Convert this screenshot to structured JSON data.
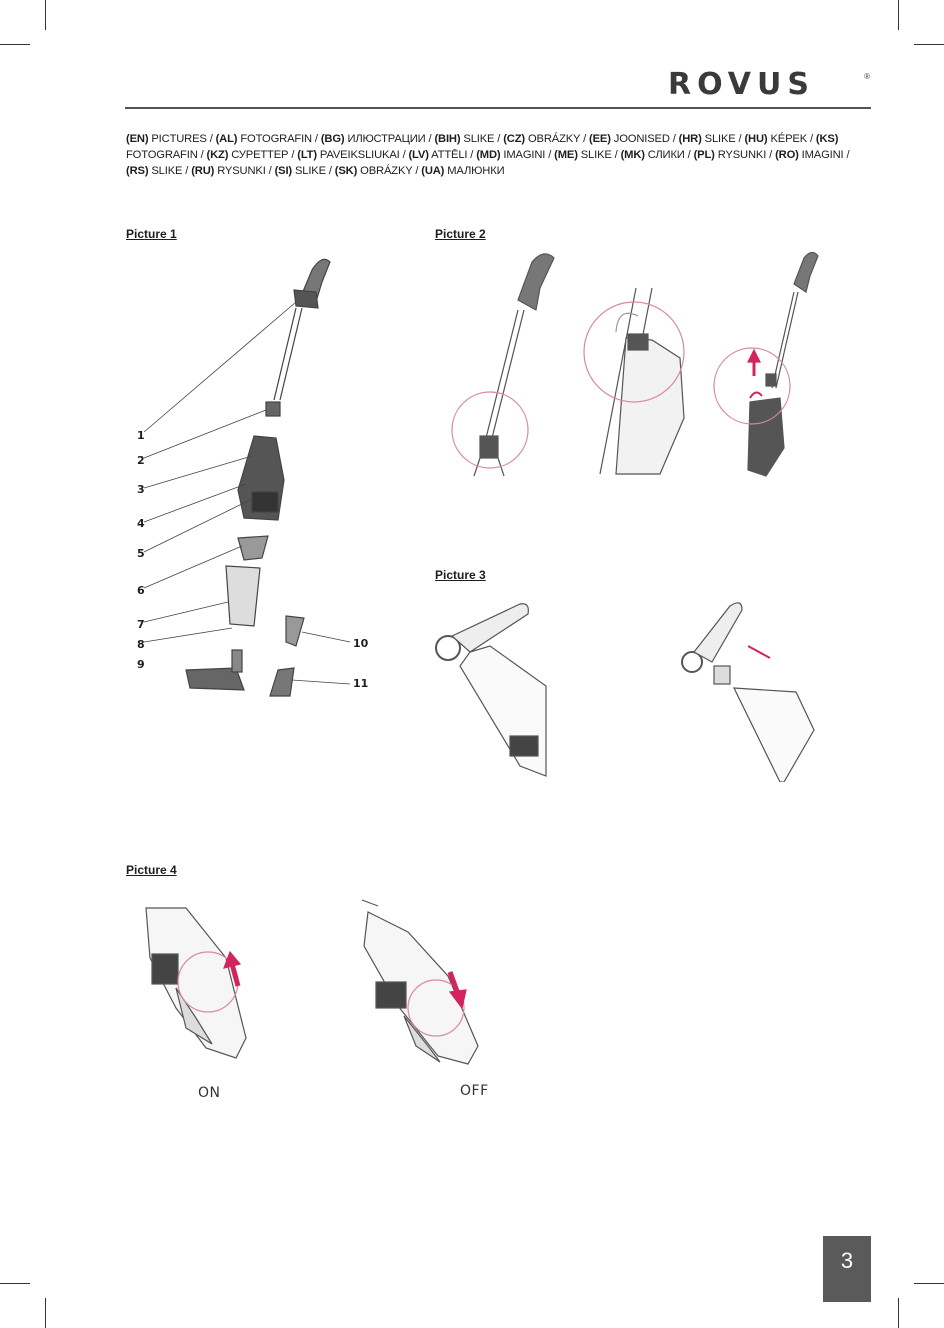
{
  "brand": {
    "name": "ROVUS",
    "registered": "®"
  },
  "languages_line": [
    {
      "code": "(EN)",
      "word": " PICTURES / "
    },
    {
      "code": "(AL)",
      "word": " FOTOGRAFIN / "
    },
    {
      "code": "(BG)",
      "word": " ИЛЮСТРАЦИИ / "
    },
    {
      "code": "(BIH)",
      "word": " SLIKE / "
    },
    {
      "code": "(CZ)",
      "word": " OBRÁZKY / "
    },
    {
      "code": "(EE)",
      "word": " JOONISED / "
    },
    {
      "code": "(HR)",
      "word": " SLIKE / "
    },
    {
      "code": "(HU)",
      "word": " KÉPEK / "
    },
    {
      "code": "(KS)",
      "word": " FOTOGRAFIN / "
    },
    {
      "code": "(KZ)",
      "word": " СУРЕТТЕР / "
    },
    {
      "code": "(LT)",
      "word": " PAVEIKSLIUKAI / "
    },
    {
      "code": "(LV)",
      "word": " ATTĒLI / "
    },
    {
      "code": "(MD)",
      "word": " IMAGINI / "
    },
    {
      "code": "(ME)",
      "word": " SLIKE / "
    },
    {
      "code": "(MK)",
      "word": " СЛИКИ / "
    },
    {
      "code": "(PL)",
      "word": " RYSUNKI / "
    },
    {
      "code": "(RO)",
      "word": " IMAGINI / "
    },
    {
      "code": "(RS)",
      "word": " SLIKE / "
    },
    {
      "code": "(RU)",
      "word": " RYSUNKI / "
    },
    {
      "code": "(SI)",
      "word": " SLIKE / "
    },
    {
      "code": "(SK)",
      "word": " OBRÁZKY / "
    },
    {
      "code": "(UA)",
      "word": " МАЛЮНКИ"
    }
  ],
  "pictures": {
    "p1": {
      "title": "Picture 1",
      "part_numbers": [
        "1",
        "2",
        "3",
        "4",
        "5",
        "6",
        "7",
        "8",
        "9",
        "10",
        "11"
      ]
    },
    "p2": {
      "title": "Picture 2"
    },
    "p3": {
      "title": "Picture 3"
    },
    "p4": {
      "title": "Picture 4",
      "captions": {
        "on": "ON",
        "off": "OFF"
      }
    }
  },
  "colors": {
    "accent_arrow": "#d4245f",
    "rule": "#555555",
    "page_box": "#5a5a5a"
  },
  "page_number": "3"
}
